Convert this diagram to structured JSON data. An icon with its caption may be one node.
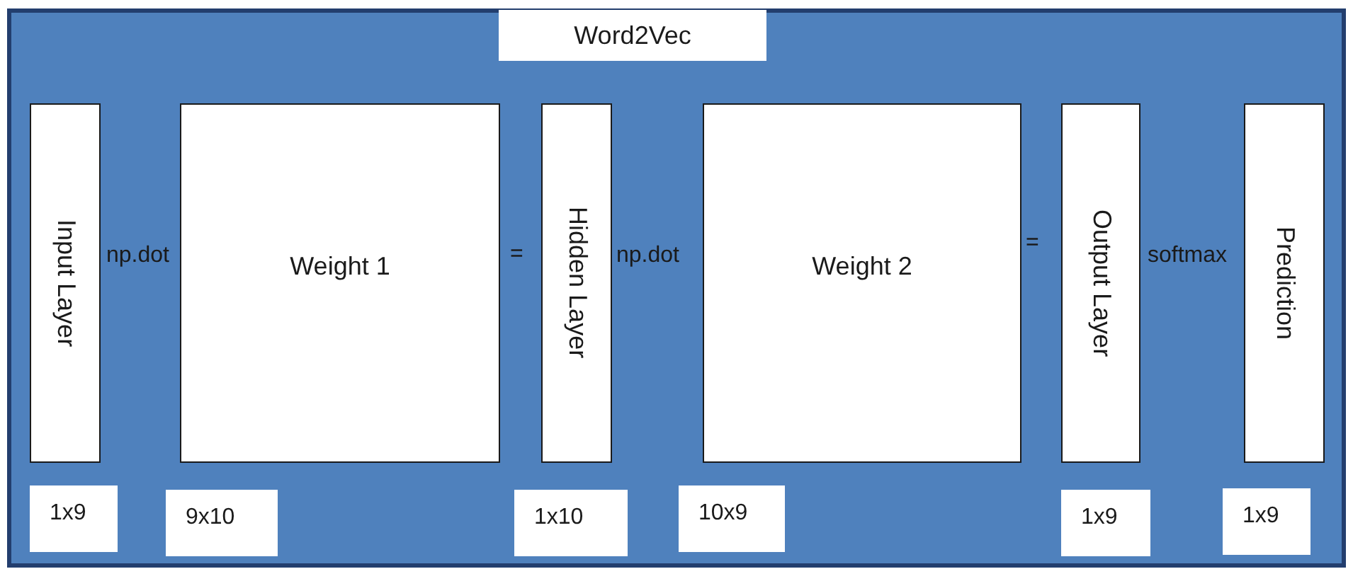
{
  "diagram": {
    "nodes": [
      {
        "text": [],
        "shape": "box"
      },
      {
        "text": [
          "Word2Vec"
        ],
        "in": 0
      },
      {
        "text": [
          "Input Layer"
        ],
        "in": 0
      },
      {
        "text": [
          "Weight 1"
        ],
        "in": 0
      },
      {
        "text": [
          "Hidden Layer"
        ],
        "in": 0
      },
      {
        "text": [
          "Weight 2"
        ],
        "in": 0
      },
      {
        "text": [
          "Output Layer"
        ],
        "in": 0
      },
      {
        "text": [
          "Prediction"
        ],
        "in": 0
      },
      {
        "text": [
          "1x9"
        ],
        "in": 0
      },
      {
        "text": [
          "9x10"
        ],
        "in": 0
      },
      {
        "text": [
          "1x10"
        ],
        "in": 0
      },
      {
        "text": [
          "10x9"
        ],
        "in": 0
      },
      {
        "text": [
          "1x9"
        ],
        "in": 0
      },
      {
        "text": [
          "1x9"
        ],
        "in": 0
      }
    ],
    "edges": [],
    "labels": [
      "np.dot",
      "=",
      "np.dot",
      "=",
      "softmax"
    ]
  }
}
